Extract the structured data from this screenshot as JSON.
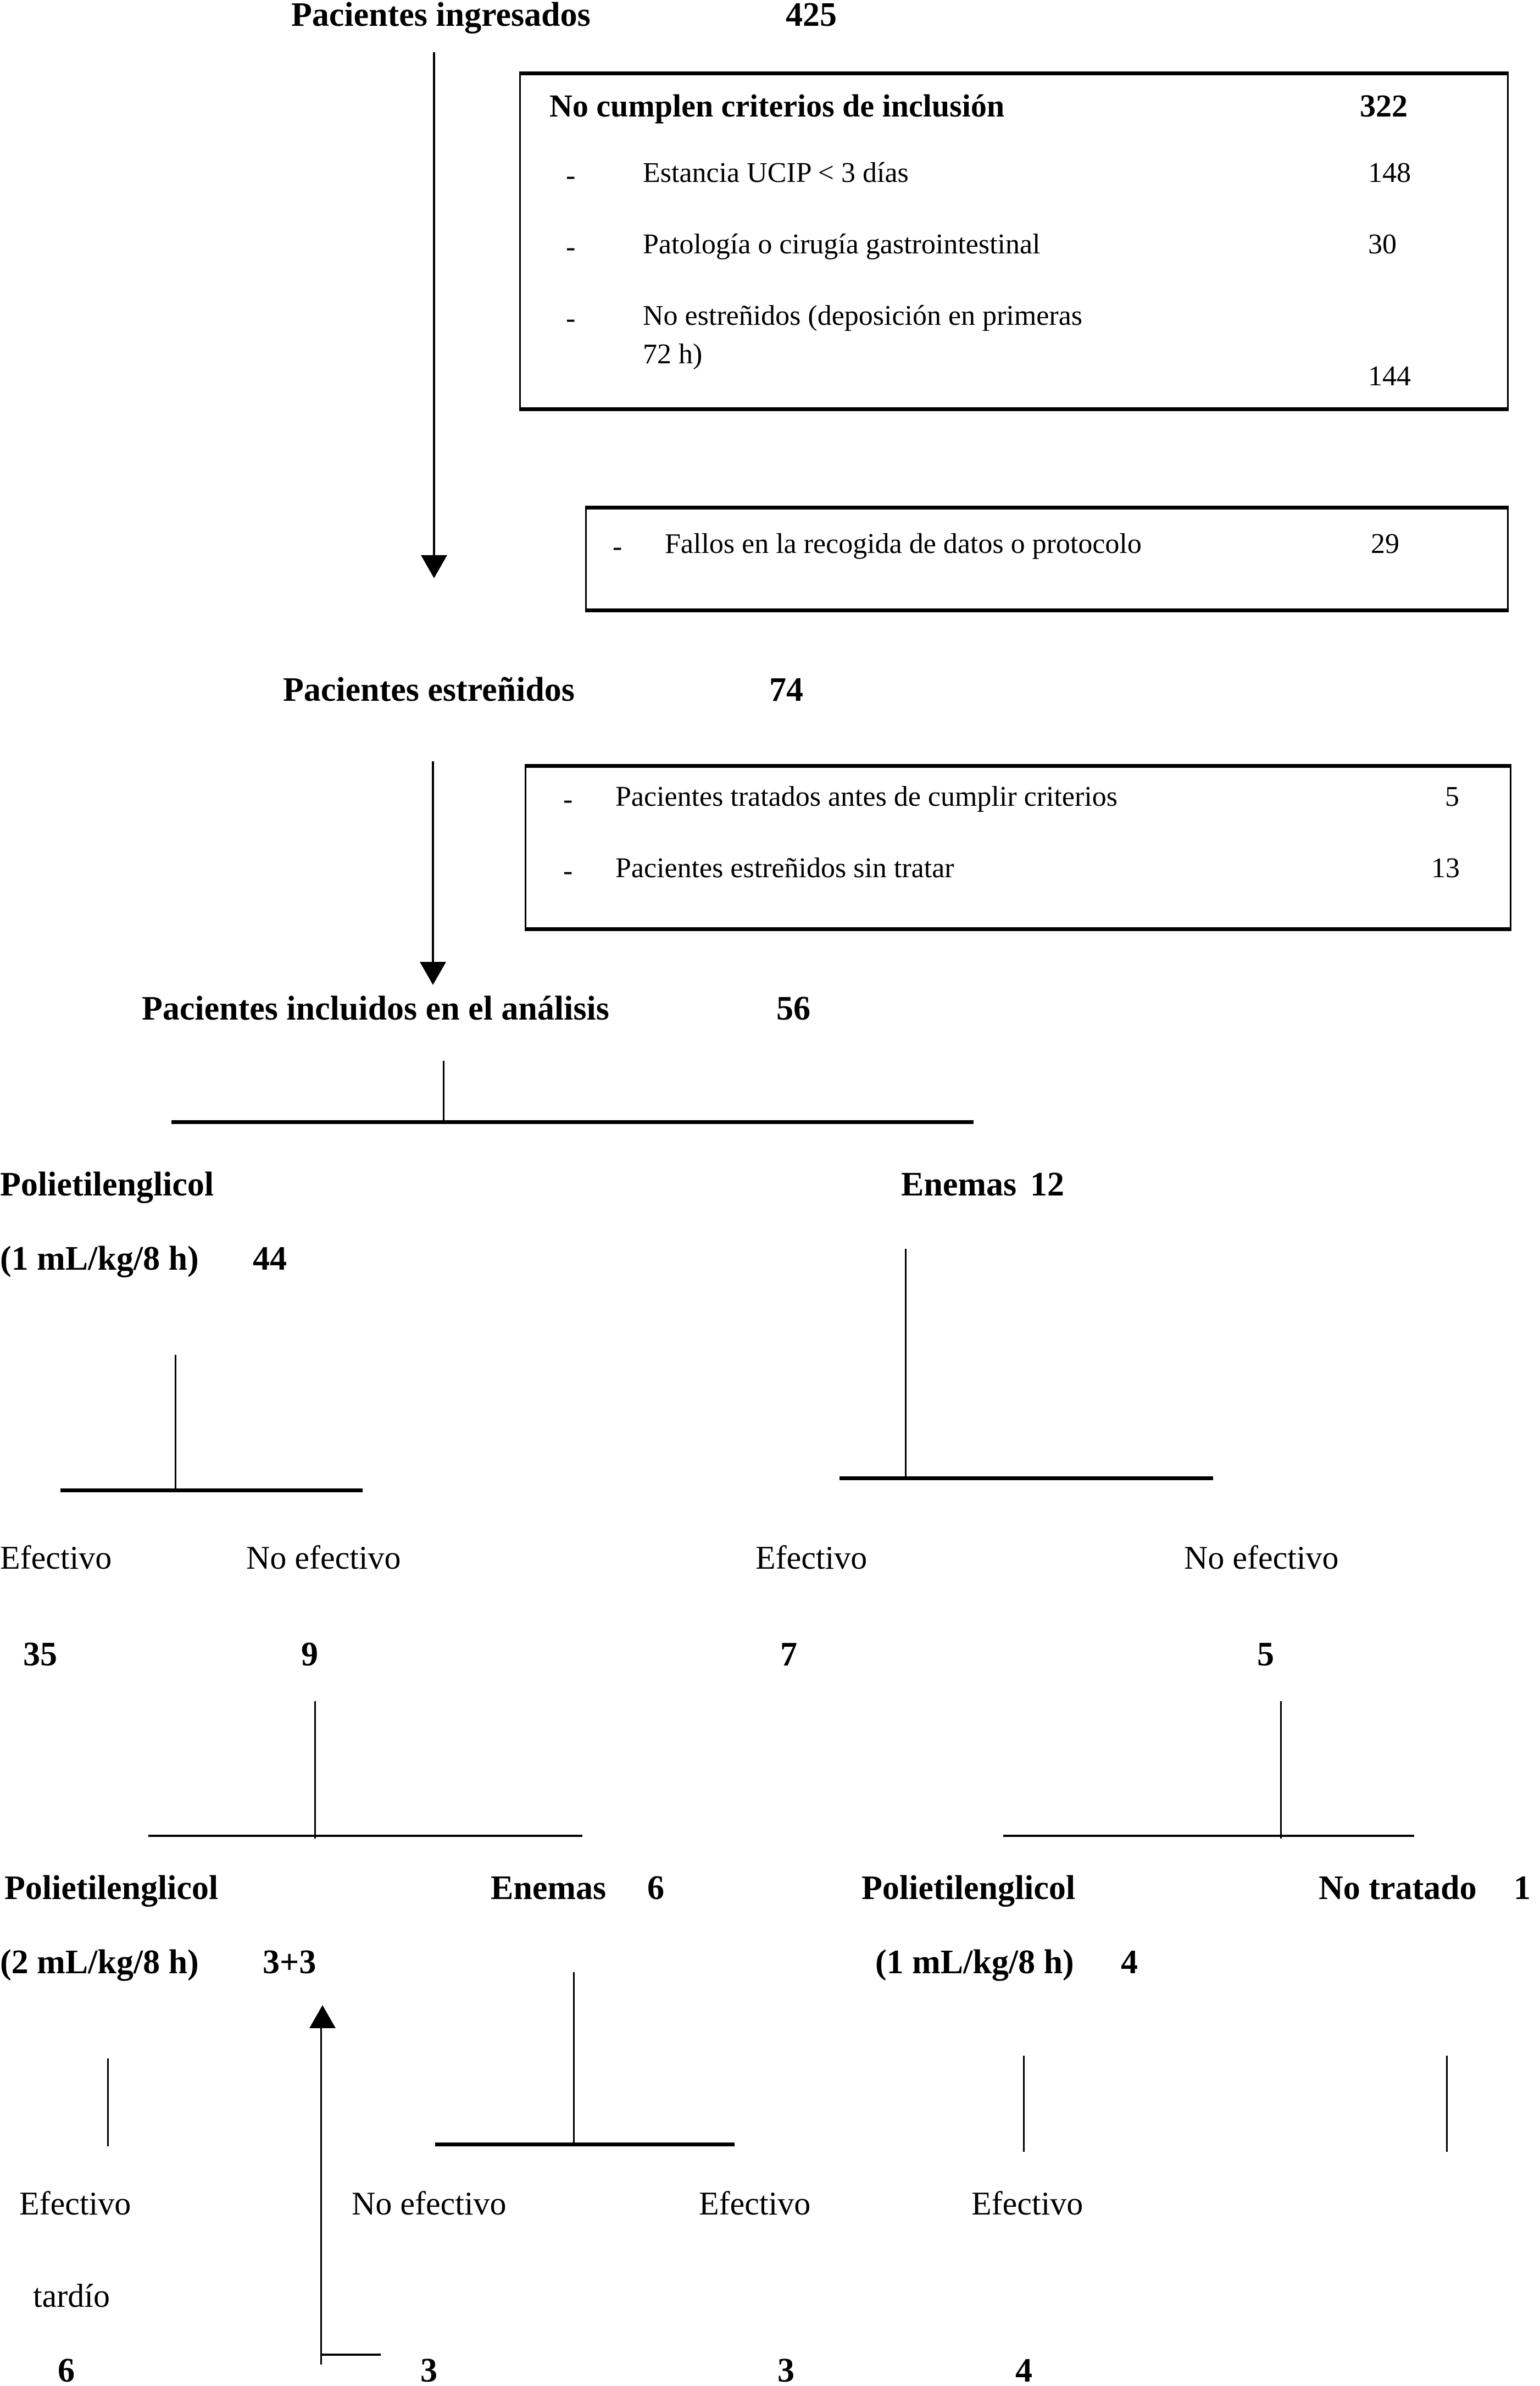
{
  "diagram": {
    "title_node": {
      "label": "Pacientes ingresados",
      "value": "425"
    },
    "exclusion_box_1": {
      "header_label": "No cumplen criterios de inclusión",
      "header_value": "322",
      "items": [
        {
          "bullet": "-",
          "label": "Estancia UCIP < 3 días",
          "value": "148"
        },
        {
          "bullet": "-",
          "label": "Patología o cirugía gastrointestinal",
          "value": "30"
        },
        {
          "bullet": "-",
          "label": "No estreñidos (deposición en primeras",
          "label2": "72 h)",
          "value": "144"
        }
      ]
    },
    "exclusion_box_2": {
      "items": [
        {
          "bullet": "-",
          "label": "Fallos en la recogida de datos o protocolo",
          "value": "29"
        }
      ]
    },
    "constipated_node": {
      "label": "Pacientes estreñidos",
      "value": "74"
    },
    "exclusion_box_3": {
      "items": [
        {
          "bullet": "-",
          "label": "Pacientes tratados antes de cumplir criterios",
          "value": "5"
        },
        {
          "bullet": "-",
          "label": "Pacientes estreñidos sin tratar",
          "value": "13"
        }
      ]
    },
    "analysis_node": {
      "label": "Pacientes incluidos en el análisis",
      "value": "56"
    },
    "treatment_arms": [
      {
        "label": "Polietilenglicol",
        "dose": "(1 mL/kg/8 h)",
        "value": "44"
      },
      {
        "label": "Enemas",
        "value": "12"
      }
    ],
    "outcomes_level_1": [
      {
        "label": "Efectivo",
        "value": "35"
      },
      {
        "label": "No efectivo",
        "value": "9"
      },
      {
        "label": "Efectivo",
        "value": "7"
      },
      {
        "label": "No efectivo",
        "value": "5"
      }
    ],
    "rescue_arms": [
      {
        "label": "Polietilenglicol",
        "dose": "(2 mL/kg/8 h)",
        "value": "3+3"
      },
      {
        "label": "Enemas",
        "value": "6"
      },
      {
        "label": "Polietilenglicol",
        "dose": "(1 mL/kg/8 h)",
        "value": "4"
      },
      {
        "label": "No tratado",
        "value": "1"
      }
    ],
    "outcomes_level_2": [
      {
        "label": "Efectivo",
        "label2": "tardío",
        "value": "6"
      },
      {
        "label": "No efectivo",
        "value": "3"
      },
      {
        "label": "Efectivo",
        "value": "3"
      },
      {
        "label": "Efectivo",
        "value": "4"
      }
    ]
  },
  "chart_data": {
    "type": "diagram",
    "title": "Diagrama de flujo del estudio",
    "nodes": [
      {
        "id": "ingresados",
        "label": "Pacientes ingresados",
        "n": 425
      },
      {
        "id": "no_inclusion",
        "label": "No cumplen criterios de inclusión",
        "n": 322
      },
      {
        "id": "estancia",
        "label": "Estancia UCIP < 3 días",
        "n": 148
      },
      {
        "id": "patologia",
        "label": "Patología o cirugía gastrointestinal",
        "n": 30
      },
      {
        "id": "no_estrenidos",
        "label": "No estreñidos (deposición en primeras 72 h)",
        "n": 144
      },
      {
        "id": "fallos",
        "label": "Fallos en la recogida de datos o protocolo",
        "n": 29
      },
      {
        "id": "estrenidos",
        "label": "Pacientes estreñidos",
        "n": 74
      },
      {
        "id": "tratados_antes",
        "label": "Pacientes tratados antes de cumplir criterios",
        "n": 5
      },
      {
        "id": "sin_tratar",
        "label": "Pacientes estreñidos sin tratar",
        "n": 13
      },
      {
        "id": "incluidos",
        "label": "Pacientes incluidos en el análisis",
        "n": 56
      },
      {
        "id": "peg1",
        "label": "Polietilenglicol (1 mL/kg/8 h)",
        "n": 44
      },
      {
        "id": "enemas1",
        "label": "Enemas",
        "n": 12
      },
      {
        "id": "peg1_ef",
        "label": "Efectivo",
        "n": 35
      },
      {
        "id": "peg1_noef",
        "label": "No efectivo",
        "n": 9
      },
      {
        "id": "enemas1_ef",
        "label": "Efectivo",
        "n": 7
      },
      {
        "id": "enemas1_noef",
        "label": "No efectivo",
        "n": 5
      },
      {
        "id": "peg2",
        "label": "Polietilenglicol (2 mL/kg/8 h)",
        "n": "3+3"
      },
      {
        "id": "enemas2",
        "label": "Enemas",
        "n": 6
      },
      {
        "id": "peg3",
        "label": "Polietilenglicol (1 mL/kg/8 h)",
        "n": 4
      },
      {
        "id": "no_tratado",
        "label": "No tratado",
        "n": 1
      },
      {
        "id": "peg2_ef",
        "label": "Efectivo tardío",
        "n": 6
      },
      {
        "id": "peg2_noef",
        "label": "No efectivo",
        "n": 3
      },
      {
        "id": "enemas2_ef",
        "label": "Efectivo",
        "n": 3
      },
      {
        "id": "peg3_ef",
        "label": "Efectivo",
        "n": 4
      }
    ]
  }
}
